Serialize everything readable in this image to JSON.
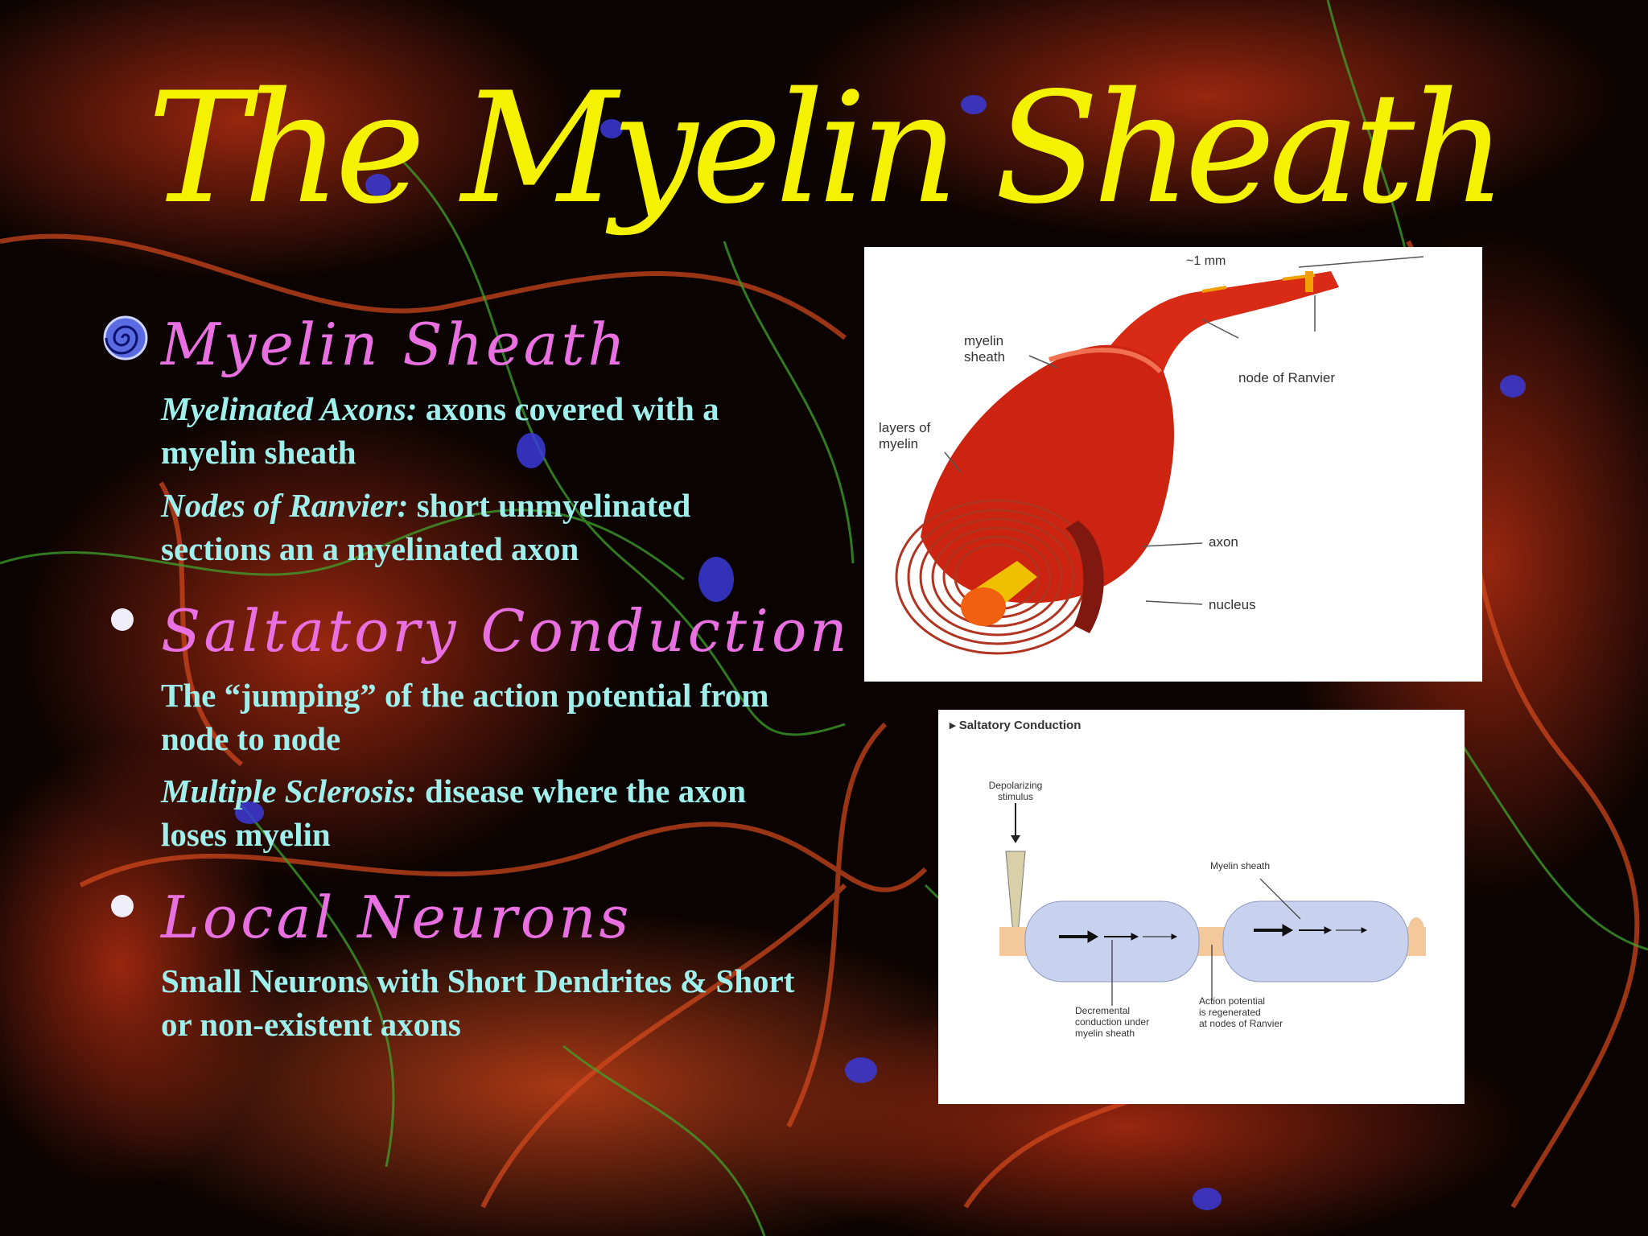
{
  "slide": {
    "title": "The Myelin Sheath",
    "sections": [
      {
        "heading": "Myelin Sheath",
        "bullet_icon": "swirl-bullet-icon",
        "items": [
          {
            "term": "Myelinated Axons:",
            "text": " axons covered with a myelin sheath"
          },
          {
            "term": "Nodes of Ranvier:",
            "text": " short unmyelinated sections an a myelinated axon"
          }
        ]
      },
      {
        "heading": "Saltatory Conduction",
        "bullet_icon": "dot-bullet-icon",
        "items": [
          {
            "term": "",
            "text": "The “jumping” of the action potential from node to node"
          },
          {
            "term": "Multiple Sclerosis:",
            "text": " disease where the axon loses myelin"
          }
        ]
      },
      {
        "heading": "Local Neurons",
        "bullet_icon": "dot-bullet-icon",
        "items": [
          {
            "term": "",
            "text": "Small Neurons with Short Dendrites & Short or non-existent axons"
          }
        ]
      }
    ]
  },
  "figure_myelin": {
    "labels": {
      "scale": "~1 mm",
      "myelin_sheath": "myelin sheath",
      "node_of_ranvier": "node of Ranvier",
      "layers_of_myelin": "layers of myelin",
      "axon": "axon",
      "nucleus": "nucleus"
    }
  },
  "figure_saltatory": {
    "title": "▸ Saltatory Conduction",
    "labels": {
      "depolarizing": "Depolarizing stimulus",
      "myelin_sheath": "Myelin sheath",
      "decremental": "Decremental conduction under myelin sheath",
      "action_potential": "Action potential is regenerated at nodes of Ranvier"
    }
  },
  "colors": {
    "title": "#f4f200",
    "heading": "#e870e0",
    "body_text": "#9ff0ec"
  }
}
